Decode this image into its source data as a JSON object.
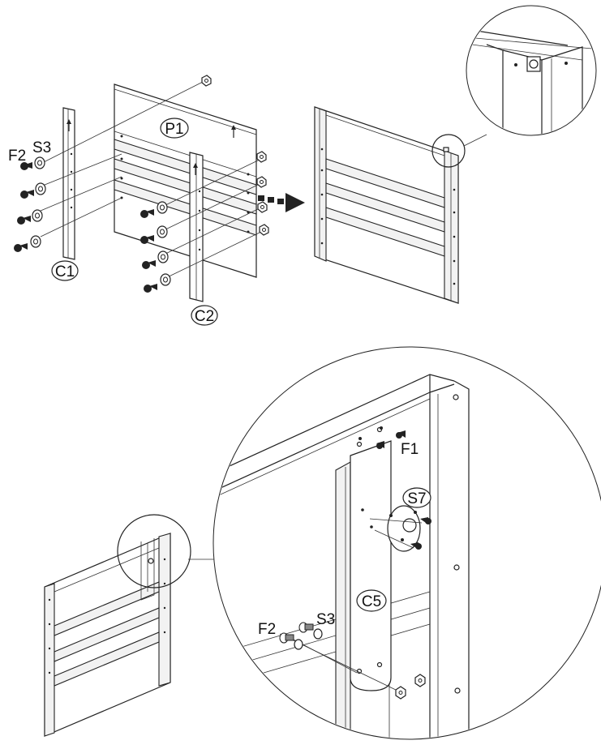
{
  "labels": {
    "p1": "P1",
    "c1": "C1",
    "c2": "C2",
    "f2_top": "F2",
    "s3_top": "S3",
    "f1": "F1",
    "s7": "S7",
    "c5": "C5",
    "f2_bottom": "F2",
    "s3_bottom": "S3"
  },
  "icons": {
    "direction_arrow": "dashed-right-arrow-icon",
    "up_arrow": "up-arrow-icon",
    "screw": "screw-icon",
    "washer": "washer-icon",
    "nut": "nut-icon"
  },
  "colors": {
    "line": "#222222",
    "background": "#ffffff",
    "shade": "#f2f2f2"
  }
}
